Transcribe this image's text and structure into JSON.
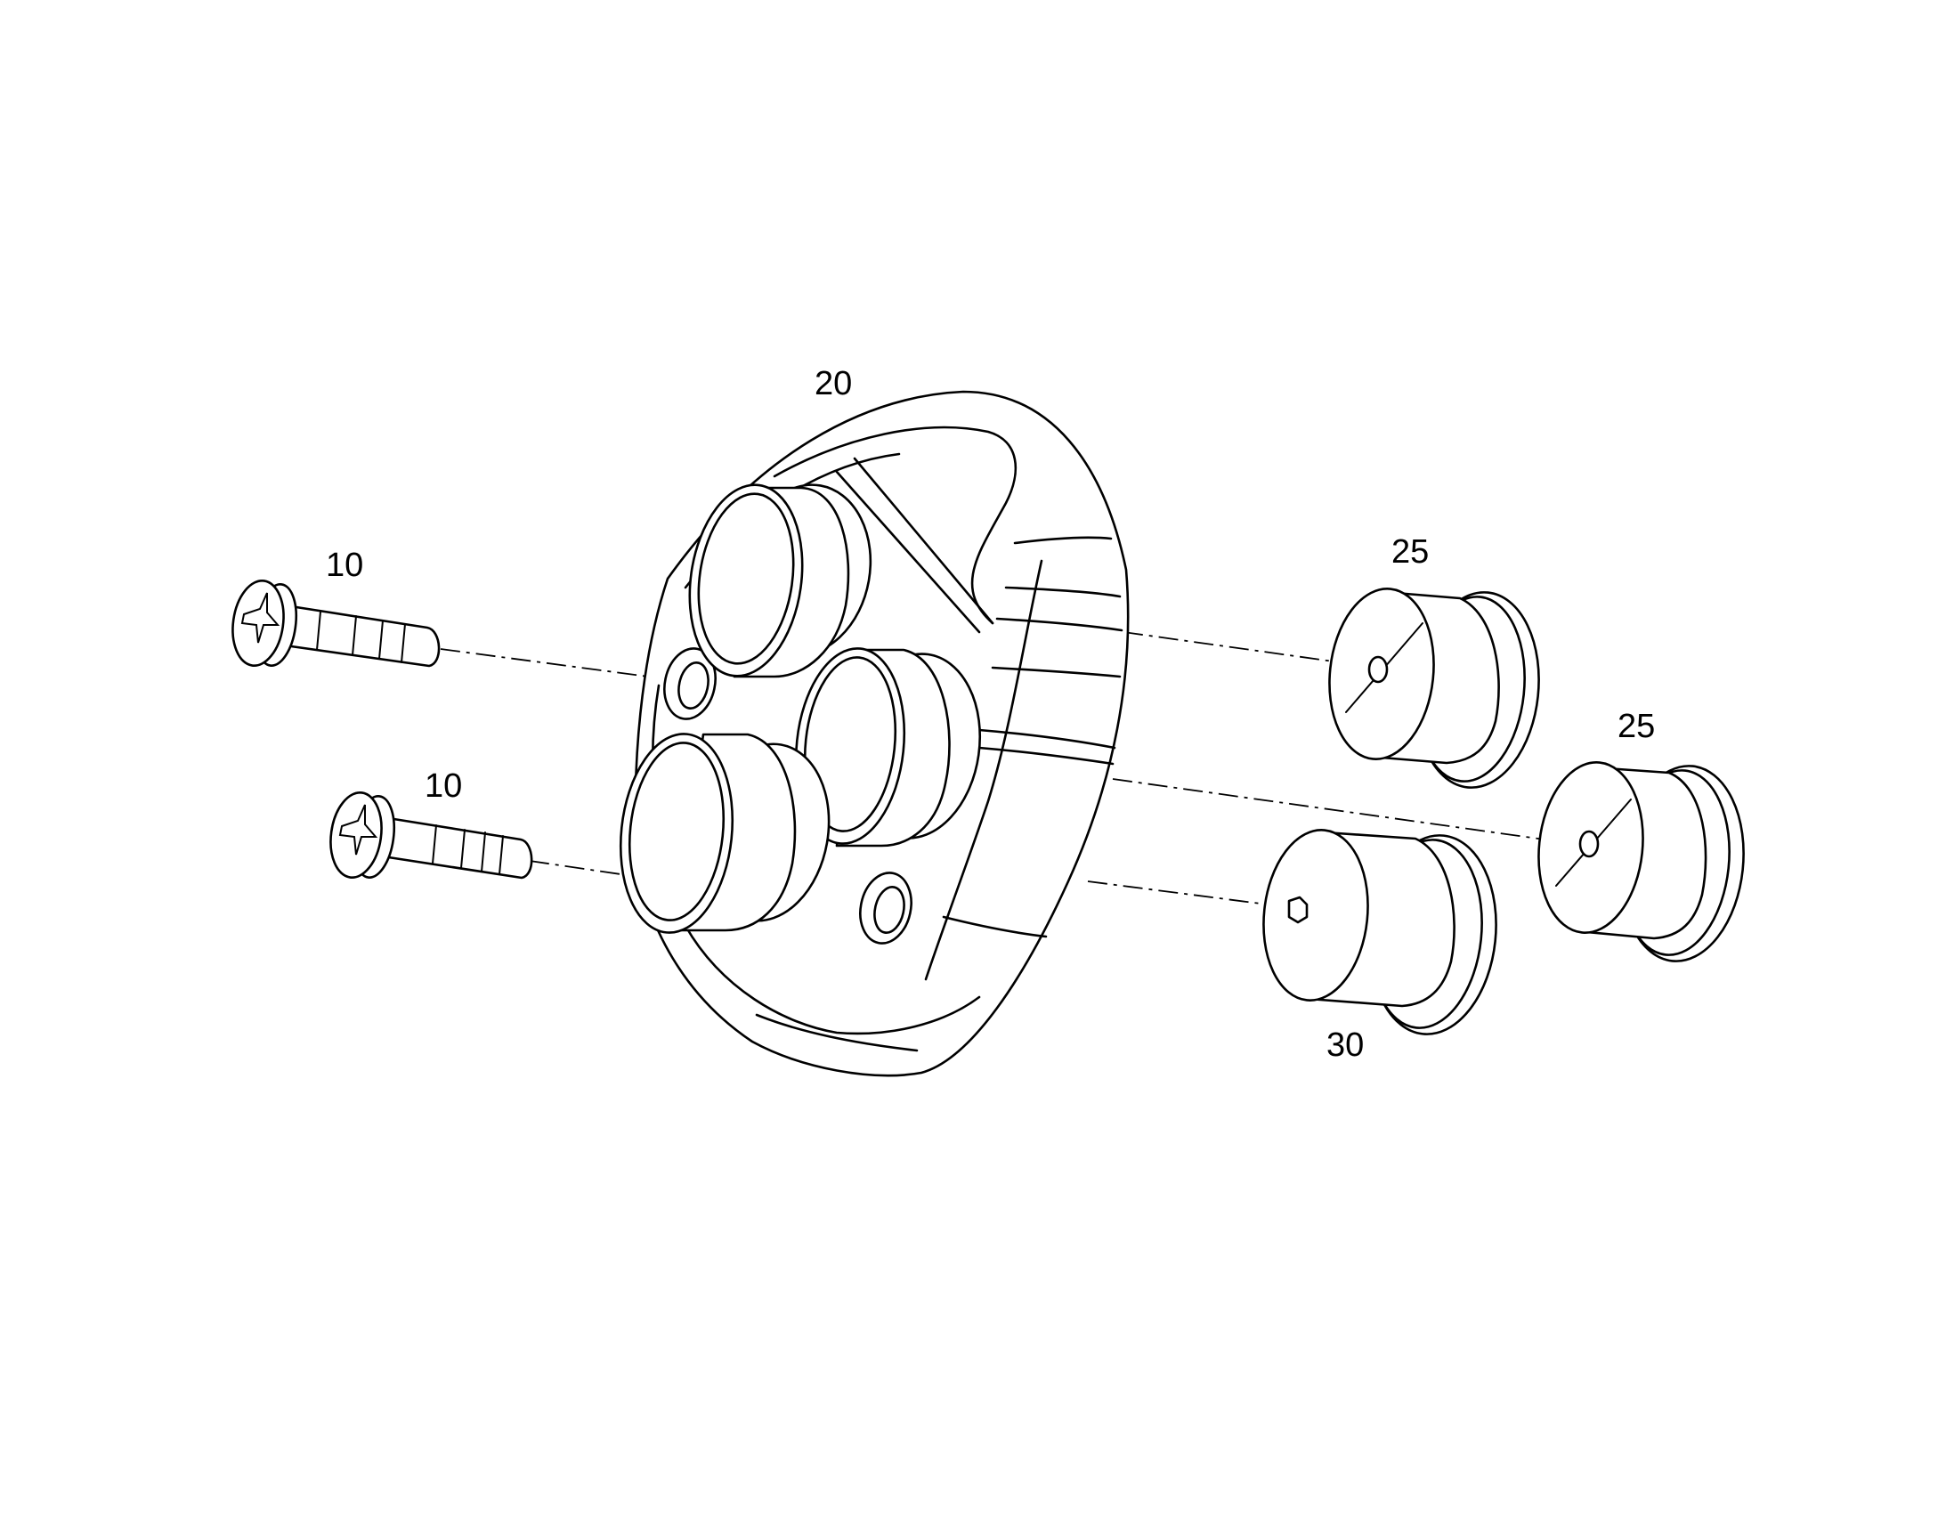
{
  "labels": {
    "screw_upper": "10",
    "screw_lower": "10",
    "body": "20",
    "insert_upper": "25",
    "insert_lower": "25",
    "insert_center": "30"
  },
  "colors": {
    "line": "#000000",
    "background": "#ffffff"
  }
}
